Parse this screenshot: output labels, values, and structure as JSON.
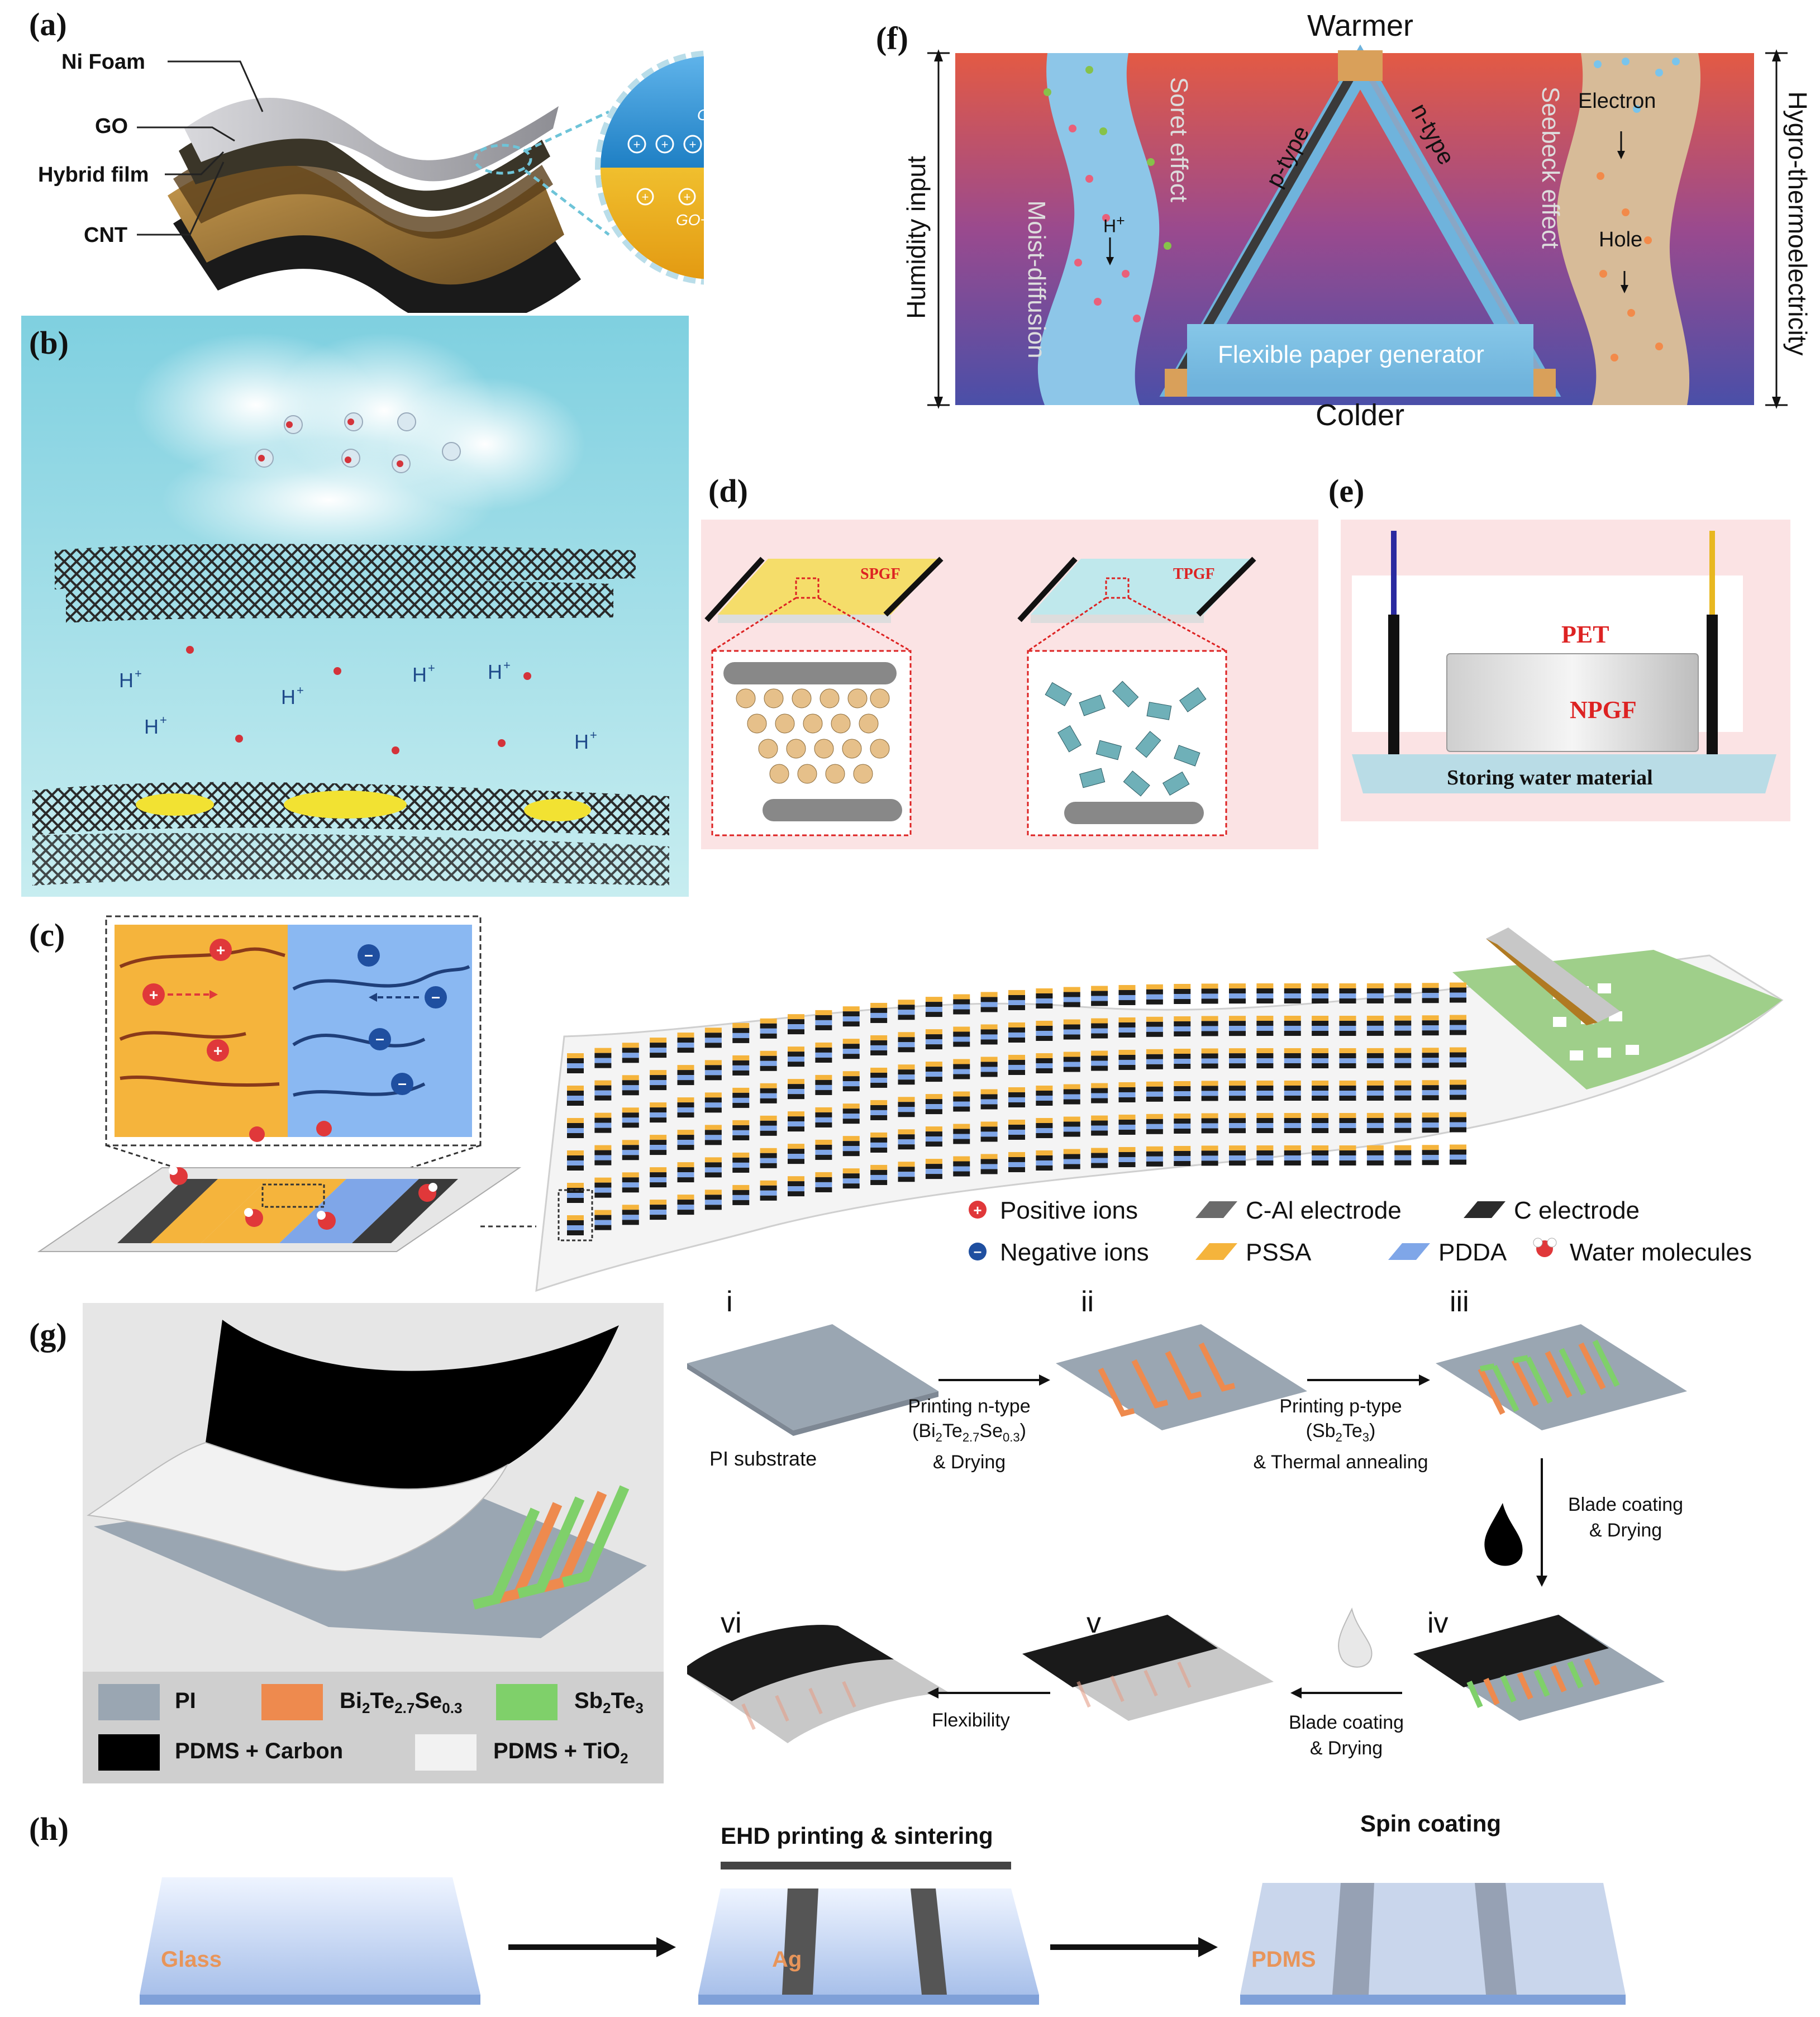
{
  "panels": {
    "a": {
      "letter": "(a)",
      "labels": [
        "Ni Foam",
        "GO",
        "Hybrid film",
        "CNT"
      ],
      "bubble_top": "GO",
      "bubble_bottom": "GO+rGO"
    },
    "b": {
      "letter": "(b)",
      "ion": "H"
    },
    "c": {
      "letter": "(c)",
      "legend": [
        {
          "text": "Positive ions",
          "icon": "positive-ion-icon",
          "color": "#e0383a"
        },
        {
          "text": "C-Al electrode",
          "icon": "c-al-electrode-icon",
          "color": "#6b6b6b"
        },
        {
          "text": "C electrode",
          "icon": "c-electrode-icon",
          "color": "#2b2b2b"
        },
        {
          "text": "Negative ions",
          "icon": "negative-ion-icon",
          "color": "#1f4fa0"
        },
        {
          "text": "PSSA",
          "icon": "pssa-icon",
          "color": "#f5b43c"
        },
        {
          "text": "PDDA",
          "icon": "pdda-icon",
          "color": "#7fa6e8"
        },
        {
          "text": "Water molecules",
          "icon": "water-molecule-icon",
          "color": "#e0383a"
        }
      ]
    },
    "d": {
      "letter": "(d)",
      "left": "SPGF",
      "right": "TPGF"
    },
    "e": {
      "letter": "(e)",
      "pet": "PET",
      "npgf": "NPGF",
      "base": "Storing water material"
    },
    "f": {
      "letter": "(f)",
      "top": "Warmer",
      "bottom": "Colder",
      "left": "Humidity input",
      "right": "Hygro-thermoelectricity",
      "moist": "Moist-diffusion",
      "soret": "Soret effect",
      "ptype": "p-type",
      "ntype": "n-type",
      "seebeck": "Seebeck effect",
      "electron": "Electron",
      "hole": "Hole",
      "hplus": "H",
      "device": "Flexible paper generator"
    },
    "g": {
      "letter": "(g)",
      "legend": [
        {
          "text": "PI",
          "color": "#9aa6b2"
        },
        {
          "text": "Bi2Te2.7Se0.3",
          "color": "#ee8a4e"
        },
        {
          "text": "Sb2Te3",
          "color": "#7fd06a"
        },
        {
          "text": "PDMS + Carbon",
          "color": "#000000"
        },
        {
          "text": "PDMS + TiO2",
          "color": "#f2f2f2"
        }
      ],
      "steps": [
        "i",
        "ii",
        "iii",
        "iv",
        "v",
        "vi"
      ],
      "pi_substrate": "PI substrate",
      "arrow1": [
        "Printing n-type",
        "(Bi2Te2.7Se0.3)",
        "& Drying"
      ],
      "arrow2": [
        "Printing p-type",
        "(Sb2Te3)",
        "& Thermal annealing"
      ],
      "arrow3": [
        "Blade coating",
        "& Drying"
      ],
      "arrow4": [
        "Blade coating",
        "& Drying"
      ],
      "arrow5": "Flexibility"
    },
    "h": {
      "letter": "(h)",
      "glass": "Glass",
      "ag": "Ag",
      "pdms": "PDMS",
      "step1": "EHD printing  & sintering",
      "step2": "Spin coating"
    }
  }
}
